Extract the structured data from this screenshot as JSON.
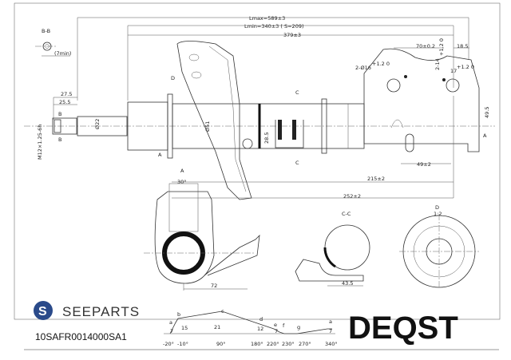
{
  "labels": {
    "bb": "B-B",
    "min7": "(7min)",
    "d275": "27.5",
    "d255": "25.5",
    "b1": "B",
    "b2": "B",
    "thread": "M12×1.25-6h",
    "dia22": "Ø22",
    "dia51": "Ø51",
    "d_mark": "D",
    "a_mark1": "A",
    "a_mark2": "A",
    "a_mark3": "A",
    "c_mark1": "C",
    "c_mark2": "C",
    "d285": "28.5",
    "lmax": "Lmax=589±3",
    "lmin": "Lmin=340±3 ( S=209)",
    "l379": "379±3",
    "d70": "70±0.2",
    "d185": "18.5",
    "hole16": "2-Ø16",
    "hole16_tol": "+1.2 0",
    "slot14": "2-14",
    "slot14_tol": "+1.2 0",
    "d17": "17",
    "d17_tol": "+1.2 0",
    "d495": "49.5",
    "d49": "49±2",
    "d215": "215±2",
    "d252": "252±2",
    "angle30": "30°",
    "d72": "72",
    "cc": "C-C",
    "d435": "43.5",
    "detail_d": "D",
    "scale": "1:2"
  },
  "angle_chart": {
    "points": [
      "a",
      "b",
      "c",
      "d",
      "e",
      "f",
      "g",
      "a"
    ],
    "values": [
      "7",
      "15",
      "21",
      "12",
      "7",
      "7"
    ],
    "ticks": [
      "-20°",
      "-10°",
      "90°",
      "180°",
      "220°",
      "230°",
      "270°",
      "340°"
    ]
  },
  "brand": {
    "logo_name": "SEEPARTS",
    "part_number": "10SAFR0014000SA1",
    "logo2": "DEQST",
    "logo_color": "#2a4a8a"
  }
}
